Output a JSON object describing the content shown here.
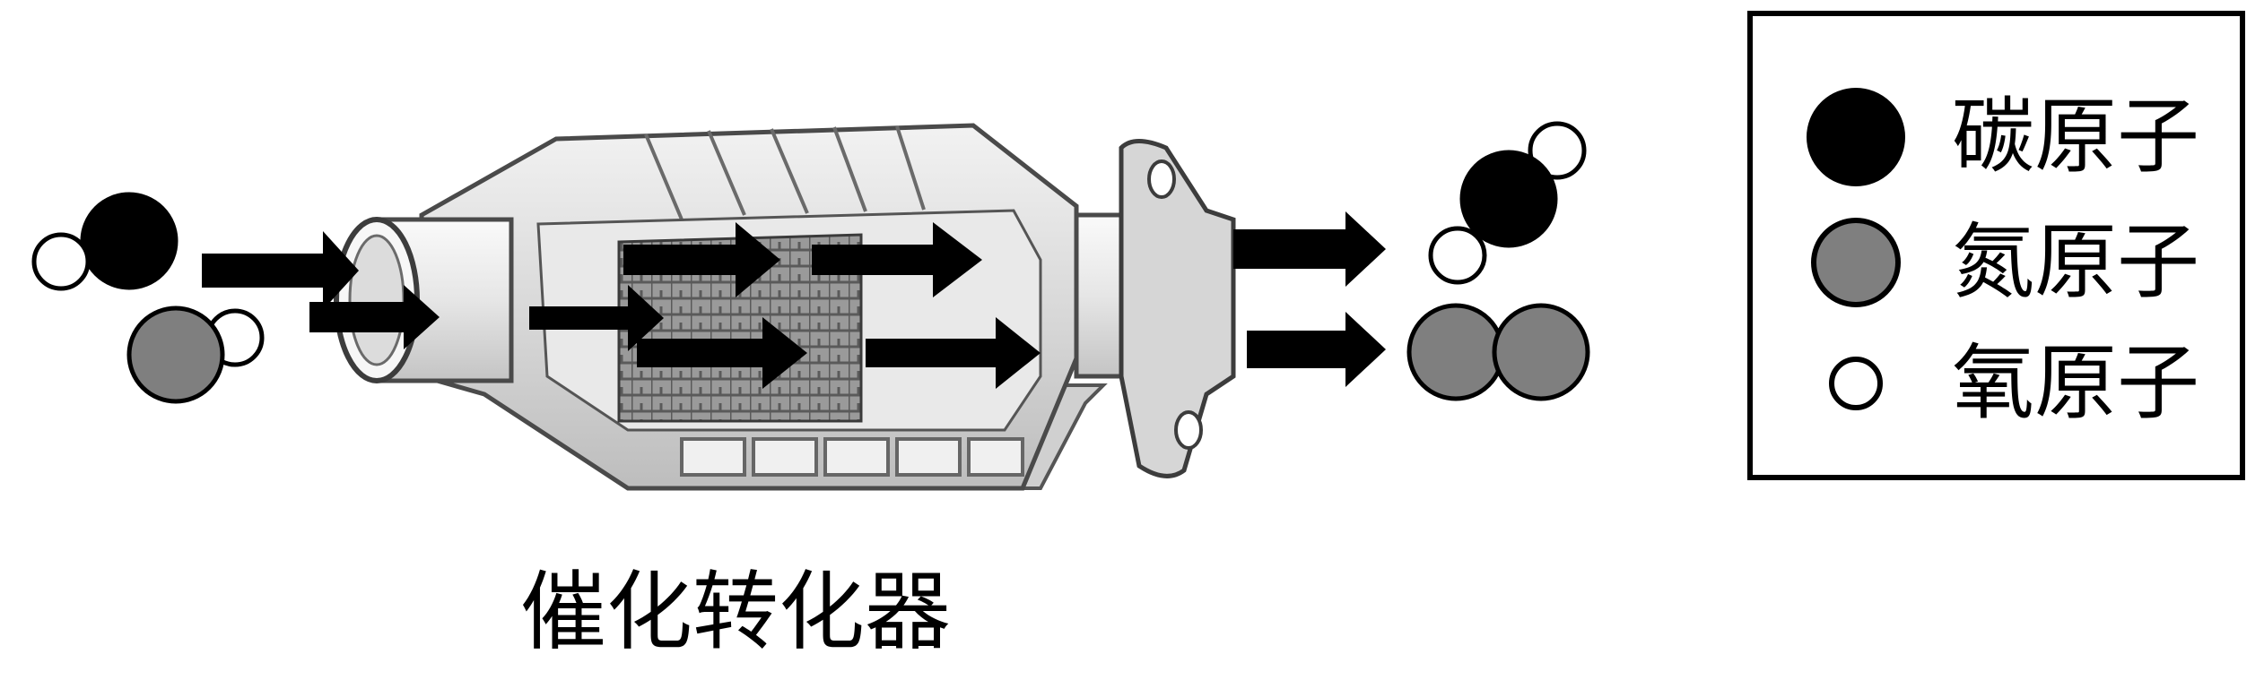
{
  "converter_label": "催化转化器",
  "legend": {
    "items": [
      {
        "label": "碳原子",
        "atom": "carbon",
        "fill": "#000000"
      },
      {
        "label": "氮原子",
        "atom": "nitrogen",
        "fill": "#7f7f7f"
      },
      {
        "label": "氧原子",
        "atom": "oxygen",
        "fill": "#ffffff"
      }
    ]
  },
  "colors": {
    "carbon": "#000000",
    "nitrogen": "#7f7f7f",
    "oxygen": "#ffffff",
    "arrow": "#000000",
    "converter_body": "#e6e6e6",
    "converter_outline": "#555555"
  },
  "molecules": {
    "inlet": [
      "CO",
      "NO"
    ],
    "outlet": [
      "CO2",
      "N2"
    ]
  }
}
